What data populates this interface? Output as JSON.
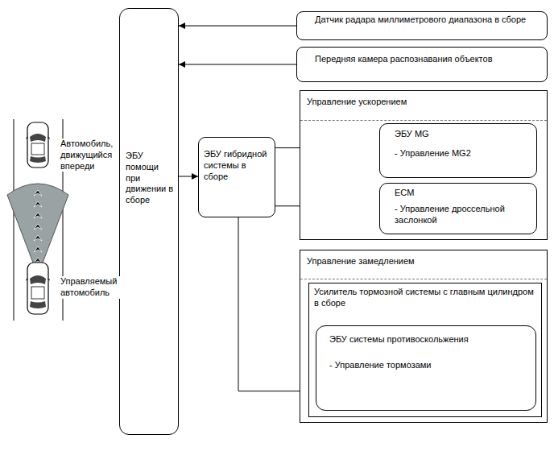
{
  "diagram": {
    "nodes": [
      {
        "text": [
          "ЭБУ помощи при движении в сборе"
        ]
      },
      {
        "text": [
          "Датчик радара миллиметрового диапазона в сборе"
        ]
      },
      {
        "text": [
          "Передняя камера распознавания объектов"
        ]
      },
      {
        "text": [
          "ЭБУ гибридной системы в сборе"
        ]
      },
      {
        "text": [
          "Управление ускорением"
        ]
      },
      {
        "text": [
          "ЭБУ MG",
          "- Управление MG2"
        ],
        "in": 4
      },
      {
        "text": [
          "ECM",
          "- Управление дроссельной заслонкой"
        ],
        "in": 4
      },
      {
        "text": [
          "Управление замедлением"
        ]
      },
      {
        "text": [
          "Усилитель тормозной системы с главным цилиндром в сборе"
        ],
        "in": 7
      },
      {
        "text": [
          "ЭБУ системы противоскольжения",
          "- Управление тормозами"
        ],
        "in": 8
      }
    ],
    "edges": [
      {
        "from": 1,
        "to": 0,
        "arrow": "to"
      },
      {
        "from": 2,
        "to": 0,
        "arrow": "to"
      },
      {
        "from": 0,
        "to": 3,
        "arrow": "to"
      },
      {
        "from": 3,
        "to": 5,
        "arrow": "to"
      },
      {
        "from": 3,
        "to": 6,
        "arrow": "to"
      },
      {
        "from": 3,
        "to": 9,
        "arrow": "to"
      }
    ],
    "labels": [
      "Автомобиль, движущийся впереди",
      "Управляемый автомобиль"
    ]
  }
}
